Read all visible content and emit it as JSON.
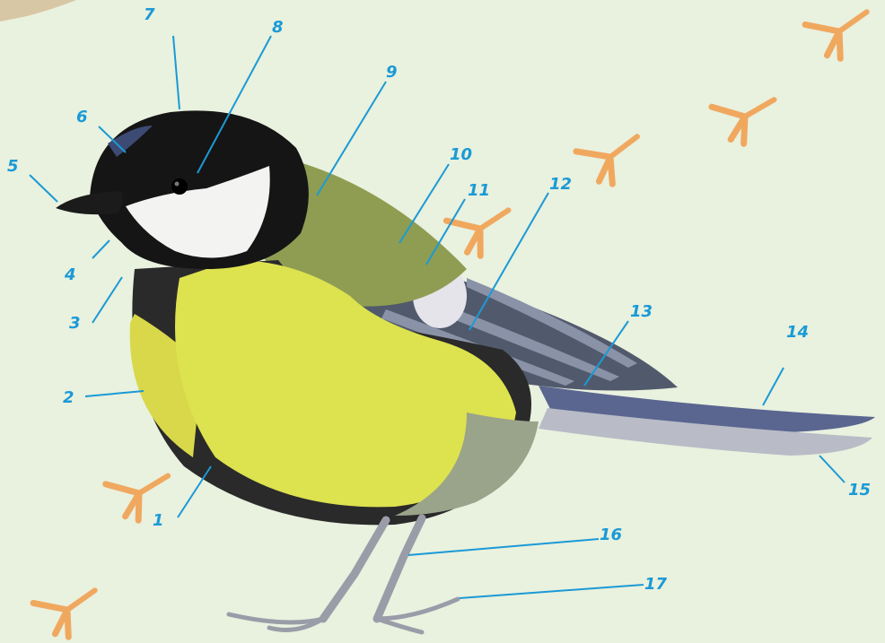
{
  "colors": {
    "background": "#e9f1df",
    "label": "#1a9ad6",
    "footprint": "#f0a85f"
  },
  "labels": [
    {
      "id": "1",
      "text": "1"
    },
    {
      "id": "2",
      "text": "2"
    },
    {
      "id": "3",
      "text": "3"
    },
    {
      "id": "4",
      "text": "4"
    },
    {
      "id": "5",
      "text": "5"
    },
    {
      "id": "6",
      "text": "6"
    },
    {
      "id": "7",
      "text": "7"
    },
    {
      "id": "8",
      "text": "8"
    },
    {
      "id": "9",
      "text": "9"
    },
    {
      "id": "10",
      "text": "10"
    },
    {
      "id": "11",
      "text": "11"
    },
    {
      "id": "12",
      "text": "12"
    },
    {
      "id": "13",
      "text": "13"
    },
    {
      "id": "14",
      "text": "14"
    },
    {
      "id": "15",
      "text": "15"
    },
    {
      "id": "16",
      "text": "16"
    },
    {
      "id": "17",
      "text": "17"
    }
  ]
}
